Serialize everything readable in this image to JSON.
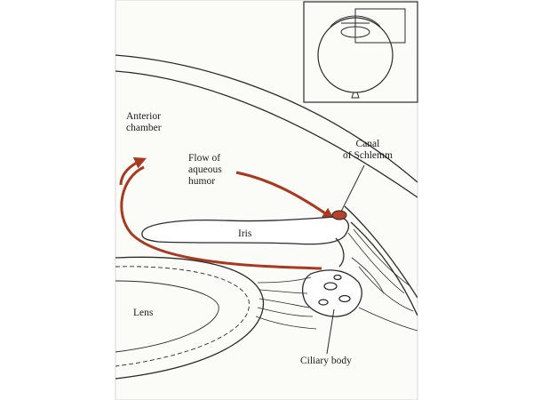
{
  "labels": {
    "anterior_chamber": "Anterior\nchamber",
    "flow_of_aqueous_humor": "Flow of\naqueous\nhumor",
    "canal_of_schlemm": "Canal\nof Schlemm",
    "iris": "Iris",
    "lens": "Lens",
    "ciliary_body": "Ciliary body"
  },
  "colors": {
    "outline": "#2b2b2b",
    "flow_arrow": "#a8381f",
    "canal": "#b8432a",
    "paper": "#fbfbf8",
    "background": "#ffffff"
  }
}
